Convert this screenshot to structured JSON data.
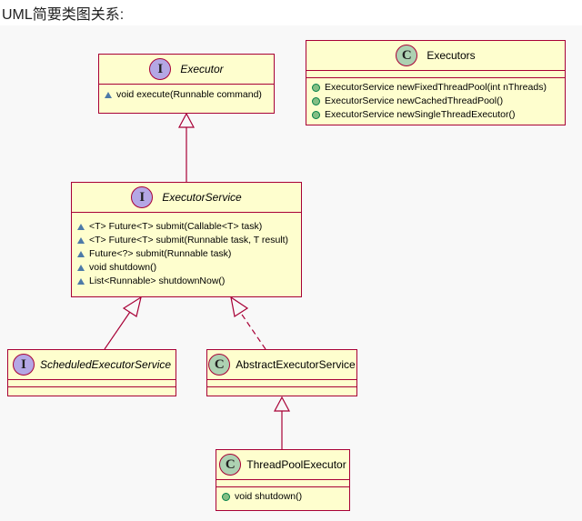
{
  "heading": "UML简要类图关系:",
  "colors": {
    "box_fill": "#fefece",
    "box_border": "#a80036",
    "interface_badge": "#b4a7e5",
    "class_badge": "#add1b2",
    "abstract_method": "#4d7aa8",
    "public_method": "#84be84"
  },
  "classes": {
    "executor": {
      "kind": "I",
      "name": "Executor",
      "members": [
        "void execute(Runnable command)"
      ]
    },
    "executors": {
      "kind": "C",
      "name": "Executors",
      "members": [
        "ExecutorService newFixedThreadPool(int nThreads)",
        "ExecutorService newCachedThreadPool()",
        "ExecutorService newSingleThreadExecutor()"
      ]
    },
    "executor_service": {
      "kind": "I",
      "name": "ExecutorService",
      "members": [
        "<T> Future<T> submit(Callable<T> task)",
        "<T> Future<T> submit(Runnable task, T result)",
        "Future<?> submit(Runnable task)",
        "void shutdown()",
        "List<Runnable> shutdownNow()"
      ]
    },
    "scheduled": {
      "kind": "I",
      "name": "ScheduledExecutorService"
    },
    "abstract_service": {
      "kind": "C",
      "name": "AbstractExecutorService"
    },
    "tpe": {
      "kind": "C",
      "name": "ThreadPoolExecutor",
      "members": [
        "void shutdown()"
      ]
    }
  }
}
